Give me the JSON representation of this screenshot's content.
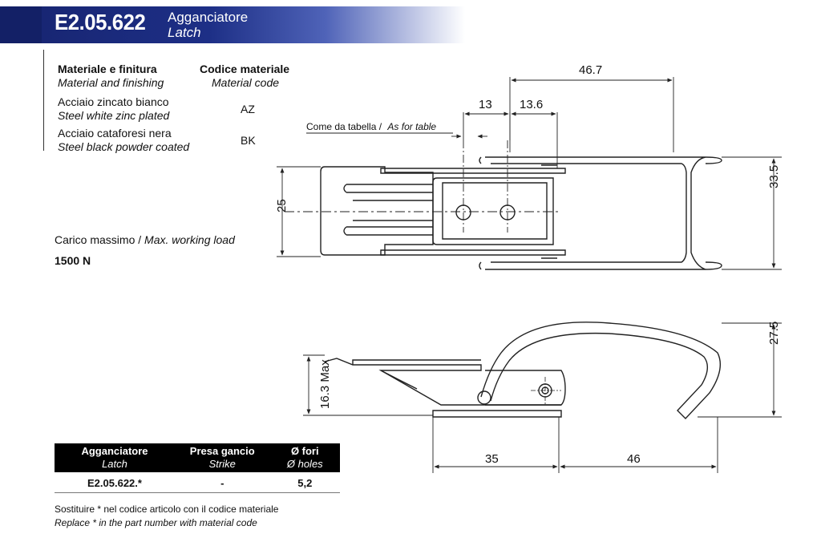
{
  "header": {
    "code": "E2.05.622",
    "title_it": "Agganciatore",
    "title_en": "Latch"
  },
  "materials": {
    "col1_it": "Materiale e finitura",
    "col1_en": "Material and finishing",
    "col2_it": "Codice materiale",
    "col2_en": "Material code",
    "rows": [
      {
        "it": "Acciaio zincato bianco",
        "en": "Steel white zinc plated",
        "code": "AZ"
      },
      {
        "it": "Acciaio cataforesi nera",
        "en": "Steel black powder coated",
        "code": "BK"
      }
    ]
  },
  "load": {
    "label_it": "Carico massimo /",
    "label_en": "Max. working load",
    "value": "1500 N"
  },
  "table": {
    "headers": [
      {
        "it": "Agganciatore",
        "en": "Latch"
      },
      {
        "it": "Presa gancio",
        "en": "Strike"
      },
      {
        "it": "Ø fori",
        "en": "Ø holes"
      }
    ],
    "row": [
      "E2.05.622.*",
      "-",
      "5,2"
    ]
  },
  "note": {
    "it": "Sostituire * nel codice articolo con il codice materiale",
    "en": "Replace * in the part number with material code"
  },
  "drawing": {
    "dims": {
      "d1": "46.7",
      "d2": "13",
      "d3": "13.6",
      "d4": "25",
      "d5": "33.5",
      "d6": "27.5",
      "d7": "16.3 Max",
      "d8": "35",
      "d9": "46"
    },
    "table_note_it": "Come da tabella /",
    "table_note_en": "As for table"
  }
}
